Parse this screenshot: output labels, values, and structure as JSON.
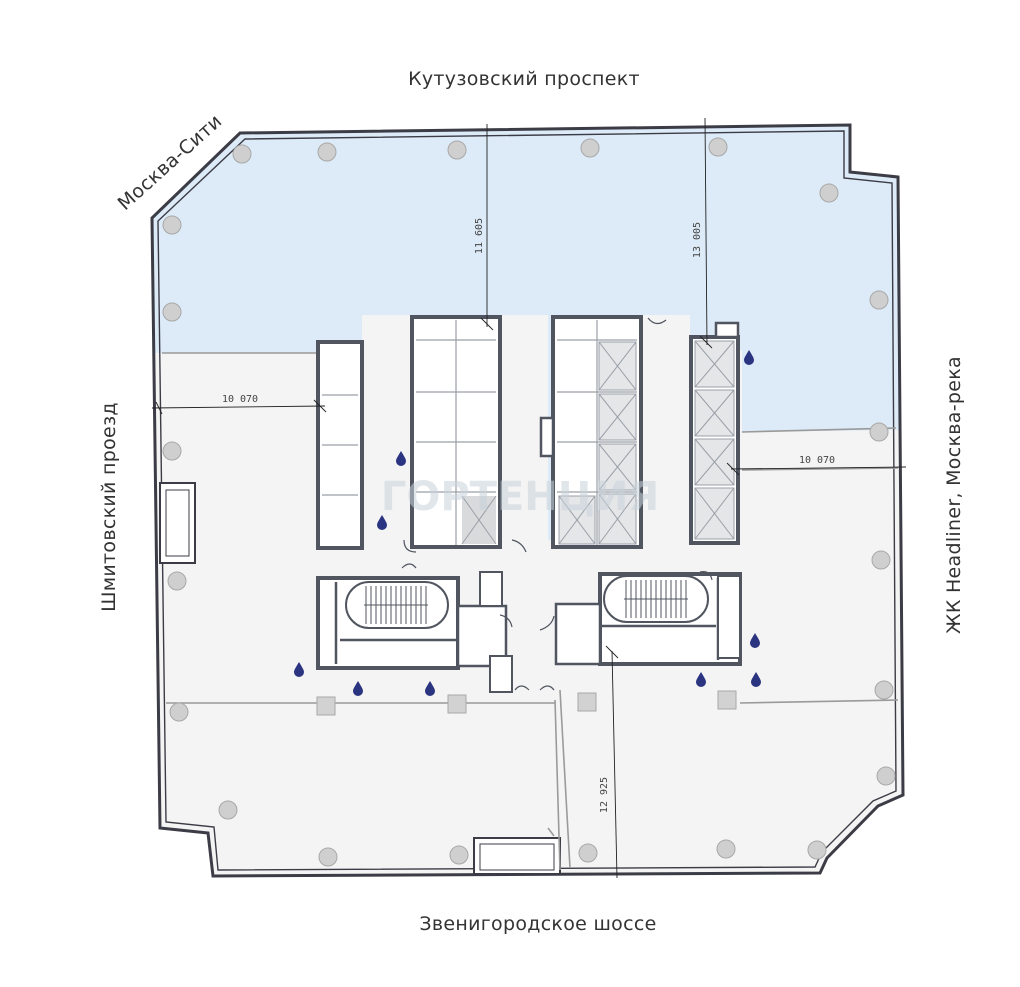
{
  "streets": {
    "top": "Кутузовский проспект",
    "top_left": "Москва-Сити",
    "left": "Шмитовский проезд",
    "right": "ЖК Headliner, Москва-река",
    "bottom": "Звенигородское шоссе"
  },
  "dimensions": {
    "d1": "11 605",
    "d2": "13 005",
    "d3": "10 070",
    "d4": "10 070",
    "d5": "12 925"
  },
  "colors": {
    "highlight": "#dcebf7",
    "floor": "#f4f4f4",
    "wall": "#3c3c46",
    "column": "#cfcfcf",
    "shaft": "#d2d2d2",
    "drop": "#2b3480"
  },
  "icons": {
    "column": "column-icon",
    "water": "water-drop-icon",
    "shaft": "ventilation-shaft-icon"
  }
}
